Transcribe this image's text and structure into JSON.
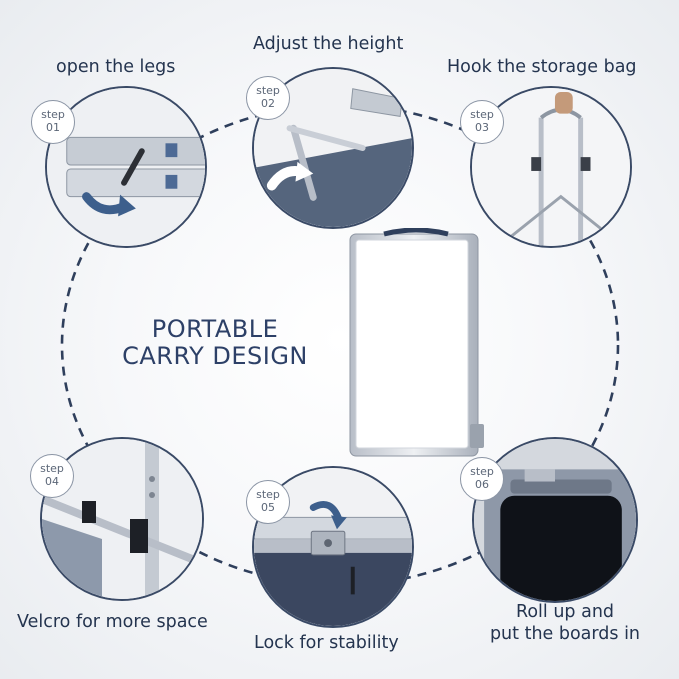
{
  "center_title": {
    "line1": "PORTABLE",
    "line2": "CARRY DESIGN"
  },
  "steps": [
    {
      "badge_word": "step",
      "badge_num": "01",
      "caption_lines": [
        "open the legs"
      ]
    },
    {
      "badge_word": "step",
      "badge_num": "02",
      "caption_lines": [
        "Adjust the height"
      ]
    },
    {
      "badge_word": "step",
      "badge_num": "03",
      "caption_lines": [
        "Hook the storage bag"
      ]
    },
    {
      "badge_word": "step",
      "badge_num": "04",
      "caption_lines": [
        "Velcro for more space"
      ]
    },
    {
      "badge_word": "step",
      "badge_num": "05",
      "caption_lines": [
        "Lock for stability"
      ]
    },
    {
      "badge_word": "step",
      "badge_num": "06",
      "caption_lines": [
        "Roll up and",
        "put the boards in"
      ]
    }
  ],
  "colors": {
    "navy": "#24344f",
    "ring": "#2f3f5c",
    "arrow": "#3d5f8c",
    "aluminum": "#c9ced6"
  }
}
